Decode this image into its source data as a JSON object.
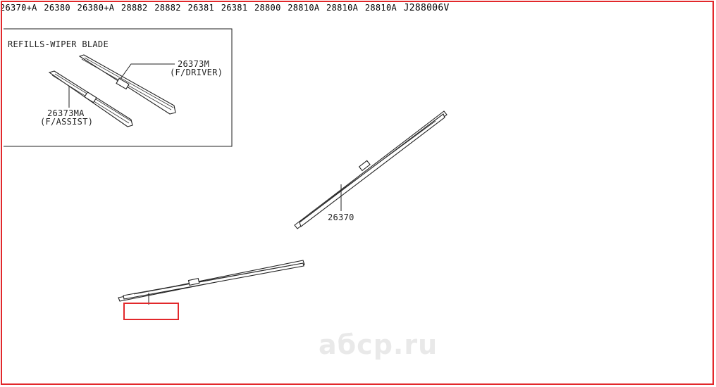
{
  "inset": {
    "title": "REFILLS-WIPER BLADE",
    "driver_part": "26373M",
    "driver_note": "(F/DRIVER)",
    "assist_part": "26373MA",
    "assist_note": "(F/ASSIST)"
  },
  "labels": {
    "p26370": "26370",
    "p26370A": "26370+A",
    "p26380": "26380",
    "p26380A": "26380+A",
    "p26381_top": "26381",
    "p26381_mid": "26381",
    "p28882_top": "28882",
    "p28882_mid": "28882",
    "p28800": "28800",
    "p28810A_a": "28810A",
    "p28810A_b": "28810A",
    "p28810A_c": "28810A"
  },
  "diagram_code": "J288006V",
  "watermark": "абср.ru",
  "colors": {
    "frame": "#e2282b",
    "highlight": "#e2282b",
    "ink": "#222222"
  }
}
